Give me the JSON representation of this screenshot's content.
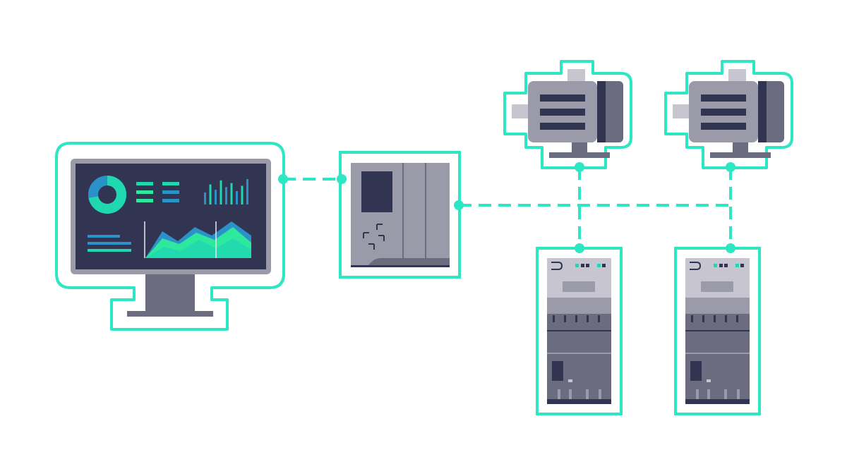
{
  "colors": {
    "background": "#ffffff",
    "outline_accent": "#2de6c3",
    "link_accent": "#2ad9b6",
    "device_dark": "#323552",
    "device_mid": "#6b6c80",
    "device_light": "#9b9aa8",
    "device_pale": "#c7c6d0",
    "chart_teal": "#1fd8b0",
    "chart_blue": "#2a92c8",
    "chart_green": "#2ee89e"
  },
  "nodes": [
    {
      "id": "hmi",
      "kind": "monitor",
      "icon": "monitor-icon"
    },
    {
      "id": "plc",
      "kind": "controller",
      "icon": "plc-icon"
    },
    {
      "id": "motor-1",
      "kind": "motor",
      "icon": "motor-icon"
    },
    {
      "id": "motor-2",
      "kind": "motor",
      "icon": "motor-icon"
    },
    {
      "id": "drive-1",
      "kind": "drive",
      "icon": "drive-icon"
    },
    {
      "id": "drive-2",
      "kind": "drive",
      "icon": "drive-icon"
    }
  ],
  "links": [
    {
      "from": "hmi",
      "to": "plc",
      "style": "dashed"
    },
    {
      "from": "plc",
      "to": "motor-2",
      "style": "dashed",
      "via": "bus"
    },
    {
      "from": "motor-1",
      "to": "drive-1",
      "style": "dashed"
    },
    {
      "from": "motor-2",
      "to": "drive-2",
      "style": "dashed"
    }
  ],
  "dashboard": {
    "donut_share": 0.72,
    "bars": [
      0.45,
      0.75,
      0.55,
      0.9,
      0.65,
      0.8,
      0.5,
      0.7,
      0.95
    ],
    "legend_rows": 3,
    "text_rows": 3
  }
}
